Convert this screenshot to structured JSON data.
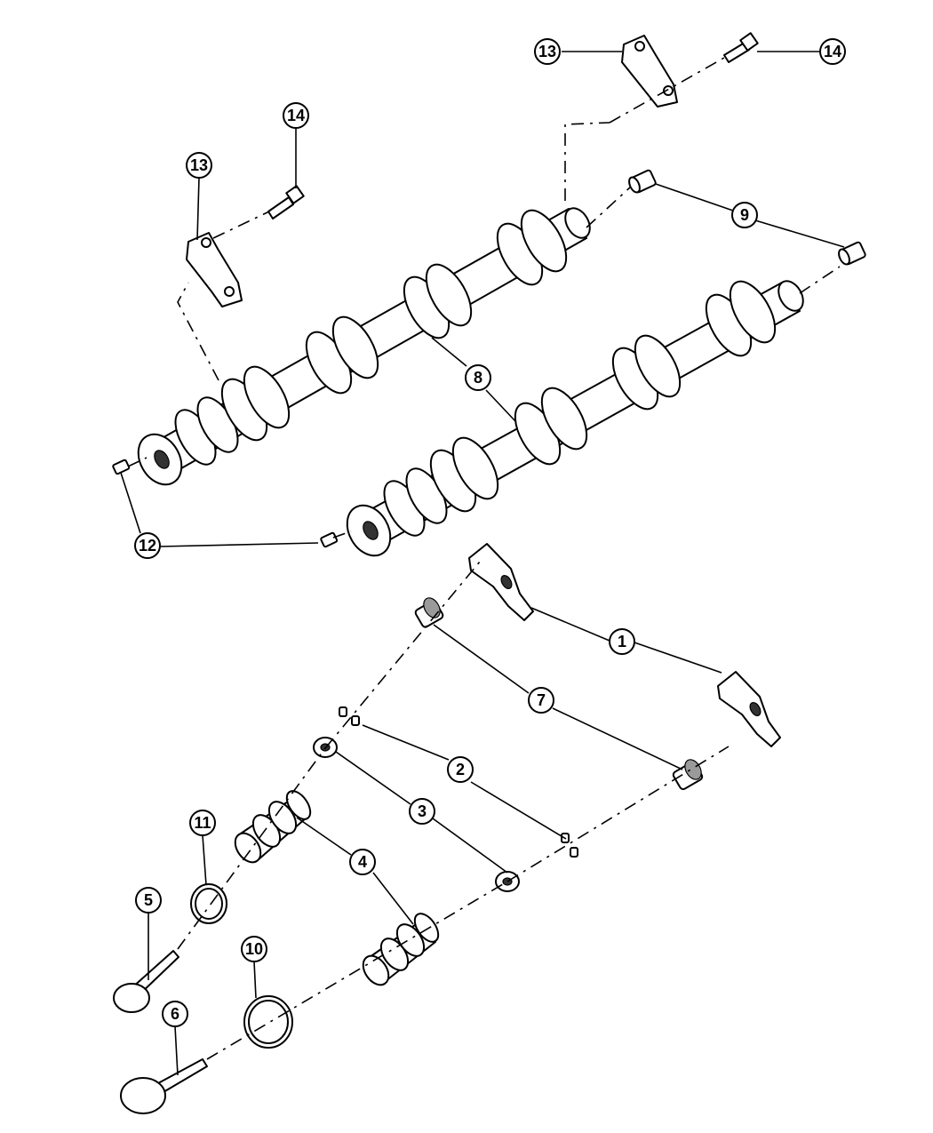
{
  "callouts": {
    "c1": "1",
    "c2": "2",
    "c3": "3",
    "c4": "4",
    "c5": "5",
    "c6": "6",
    "c7": "7",
    "c8": "8",
    "c9": "9",
    "c10": "10",
    "c11": "11",
    "c12": "12",
    "c13a": "13",
    "c13b": "13",
    "c14a": "14",
    "c14b": "14"
  }
}
